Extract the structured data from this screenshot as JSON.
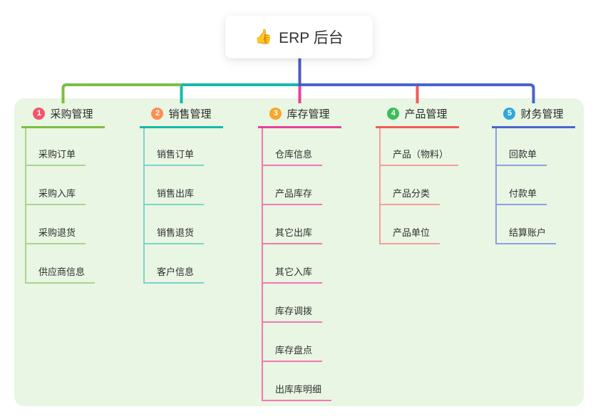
{
  "root": {
    "label": "ERP 后台",
    "icon": "thumbs-up-icon",
    "icon_char": "👍"
  },
  "branches": [
    {
      "badge": "1",
      "label": "采购管理",
      "badge_color": "#f1566b",
      "line_color": "#7cbe41",
      "child_line_color": "#a9d48c",
      "children": [
        "采购订单",
        "采购入库",
        "采购退货",
        "供应商信息"
      ]
    },
    {
      "badge": "2",
      "label": "销售管理",
      "badge_color": "#ff8d52",
      "line_color": "#14b9ac",
      "child_line_color": "#7dd5c8",
      "children": [
        "销售订单",
        "销售出库",
        "销售退货",
        "客户信息"
      ]
    },
    {
      "badge": "3",
      "label": "库存管理",
      "badge_color": "#f9a62b",
      "line_color": "#e8409a",
      "child_line_color": "#f277b5",
      "children": [
        "仓库信息",
        "产品库存",
        "其它出库",
        "其它入库",
        "库存调拨",
        "库存盘点",
        "出库库明细"
      ]
    },
    {
      "badge": "4",
      "label": "产品管理",
      "badge_color": "#3ebd58",
      "line_color": "#f45b57",
      "child_line_color": "#f79d97",
      "children": [
        "产品（物料）",
        "产品分类",
        "产品单位"
      ]
    },
    {
      "badge": "5",
      "label": "财务管理",
      "badge_color": "#2fa7dc",
      "line_color": "#4a63d0",
      "child_line_color": "#8ca0dc",
      "children": [
        "回款单",
        "付款单",
        "结算账户"
      ]
    }
  ],
  "colors": {
    "panel_bg": "#e8f6e3",
    "root_line": "#4c59c8",
    "text": "#2d2d2d"
  }
}
